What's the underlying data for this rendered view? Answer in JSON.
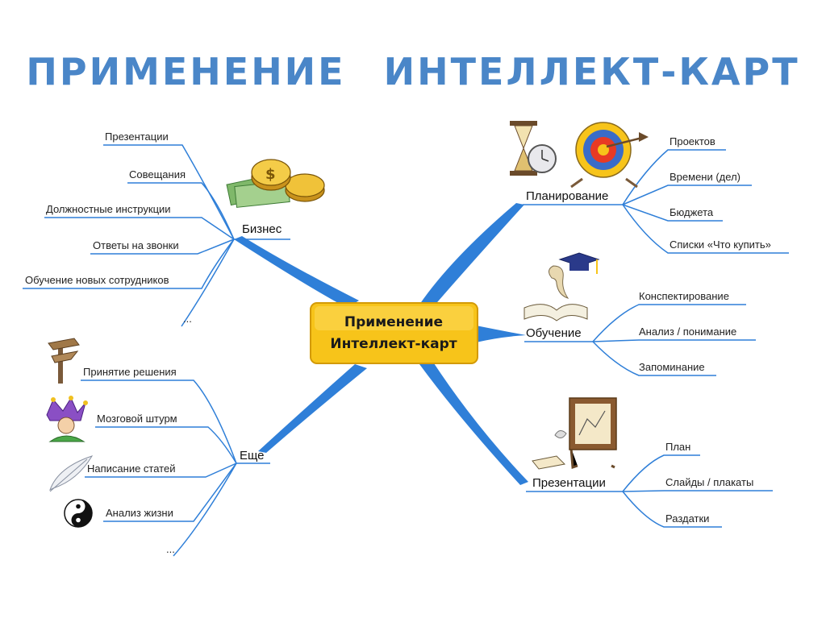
{
  "title": "ПРИМЕНЕНИЕ ИНТЕЛЛЕКТ-КАРТ",
  "center": {
    "line1": "Применение",
    "line2": "Интеллект-карт"
  },
  "colors": {
    "accent": "#4a86c8",
    "line": "#2f7fd8",
    "center_fill": "#f7c41a",
    "center_border": "#d39a06"
  },
  "branches": {
    "business": {
      "label": "Бизнес",
      "icon": "money-coins-icon",
      "items": [
        "Презентации",
        "Совещания",
        "Должностные инструкции",
        "Ответы на звонки",
        "Обучение новых сотрудников",
        "..."
      ]
    },
    "more": {
      "label": "Еще",
      "items": [
        "Принятие решения",
        "Мозговой штурм",
        "Написание статей",
        "Анализ жизни",
        "..."
      ],
      "icons": [
        "signpost-icon",
        "jester-icon",
        "feather-icon",
        "yin-yang-icon"
      ]
    },
    "planning": {
      "label": "Планирование",
      "icons": [
        "hourglass-clock-icon",
        "target-icon"
      ],
      "items": [
        "Проектов",
        "Времени (дел)",
        "Бюджета",
        "Списки «Что купить»"
      ]
    },
    "learning": {
      "label": "Обучение",
      "icon": "book-graduation-cap-icon",
      "items": [
        "Конспектирование",
        "Анализ / понимание",
        "Запоминание"
      ]
    },
    "presentations": {
      "label": "Презентации",
      "icon": "easel-icon",
      "items": [
        "План",
        "Слайды / плакаты",
        "Раздатки"
      ]
    }
  }
}
